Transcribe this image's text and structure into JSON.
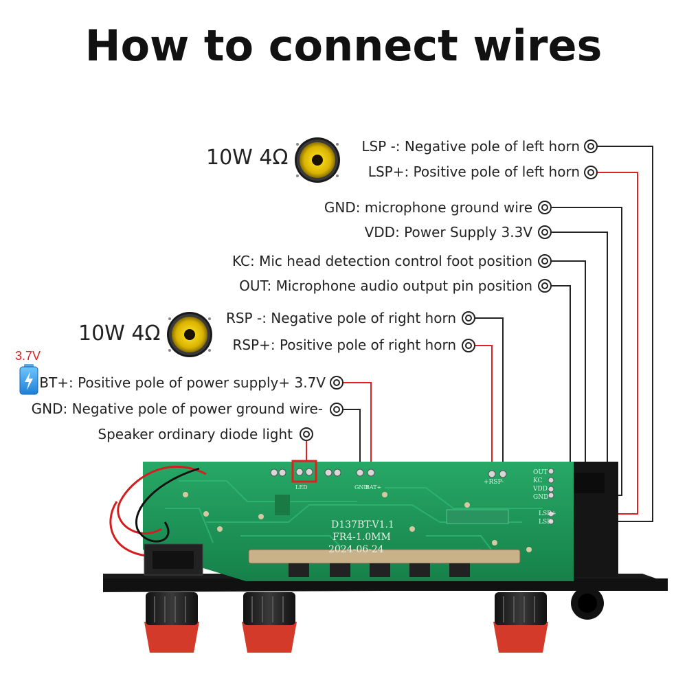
{
  "title": "How to connect wires",
  "speakers": [
    {
      "spec": "10W 4Ω"
    },
    {
      "spec": "10W 4Ω"
    }
  ],
  "battery": {
    "voltage": "3.7V"
  },
  "labels": {
    "lsp_neg": "LSP -: Negative pole of left horn",
    "lsp_pos": "LSP+: Positive pole of left horn",
    "mic_gnd": "GND: microphone ground wire",
    "vdd": "VDD: Power Supply 3.3V",
    "kc": "KC: Mic head detection control foot position",
    "out": "OUT: Microphone audio output pin position",
    "rsp_neg": "RSP -: Negative pole of right horn",
    "rsp_pos": "RSP+: Positive pole of right horn",
    "bt_pos": "BT+: Positive pole of power supply+ 3.7V",
    "pwr_gnd": "GND: Negative pole of power ground wire-",
    "diode": "Speaker ordinary diode light"
  },
  "board": {
    "model": "D137BT-V1.1",
    "material": "FR4-1.0MM",
    "date": "2024-06-24",
    "pins_right": [
      "OUT",
      "KC",
      "VDD",
      "GND"
    ],
    "pins_lsp": [
      "LSP+",
      "LSP-"
    ],
    "pin_rsp": "+RSP-",
    "pin_bat": "BAT+",
    "pin_gnd": "GND",
    "pin_led": "LED"
  },
  "colors": {
    "wire_black": "#222222",
    "wire_red": "#e02020",
    "pcb": "#1f9a5a",
    "knob": "#d43a2a",
    "panel": "#1a1a1a"
  }
}
